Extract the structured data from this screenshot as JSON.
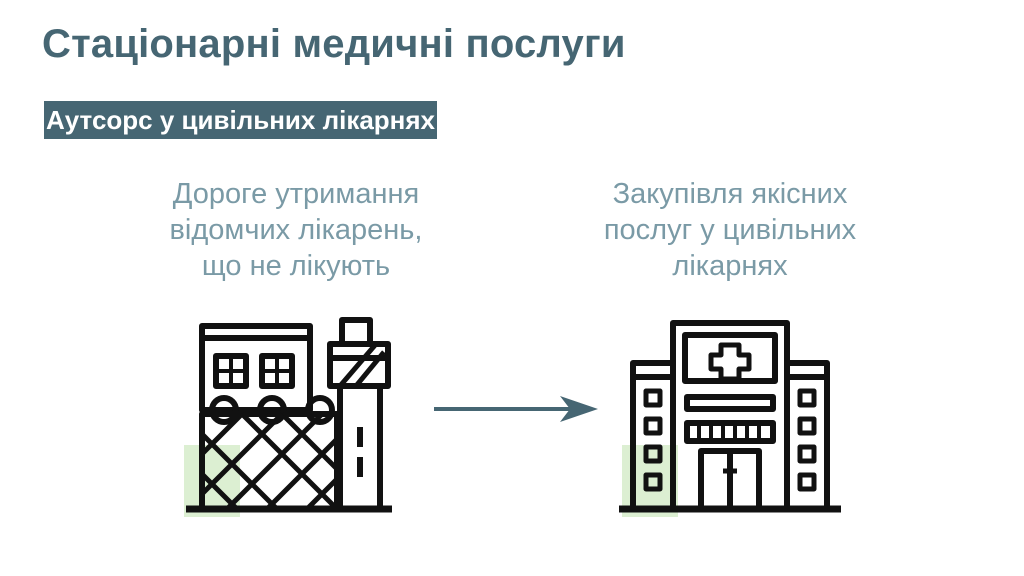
{
  "slide": {
    "title": "Стаціонарні медичні послуги",
    "subtitle": "Аутсорс у цивільних лікарнях",
    "left_caption": [
      "Дороге утримання",
      "відомчих лікарень,",
      "що не лікують"
    ],
    "right_caption": [
      "Закупівля якісних",
      "послуг у цивільних",
      "лікарнях"
    ]
  },
  "icons": {
    "left": "prison-building-icon",
    "right": "hospital-building-icon",
    "arrow": "arrow-right-icon"
  },
  "colors": {
    "accent": "#466673",
    "caption_text": "#7a9aa6",
    "highlight": "#dcefd2",
    "icon_stroke": "#111111"
  }
}
